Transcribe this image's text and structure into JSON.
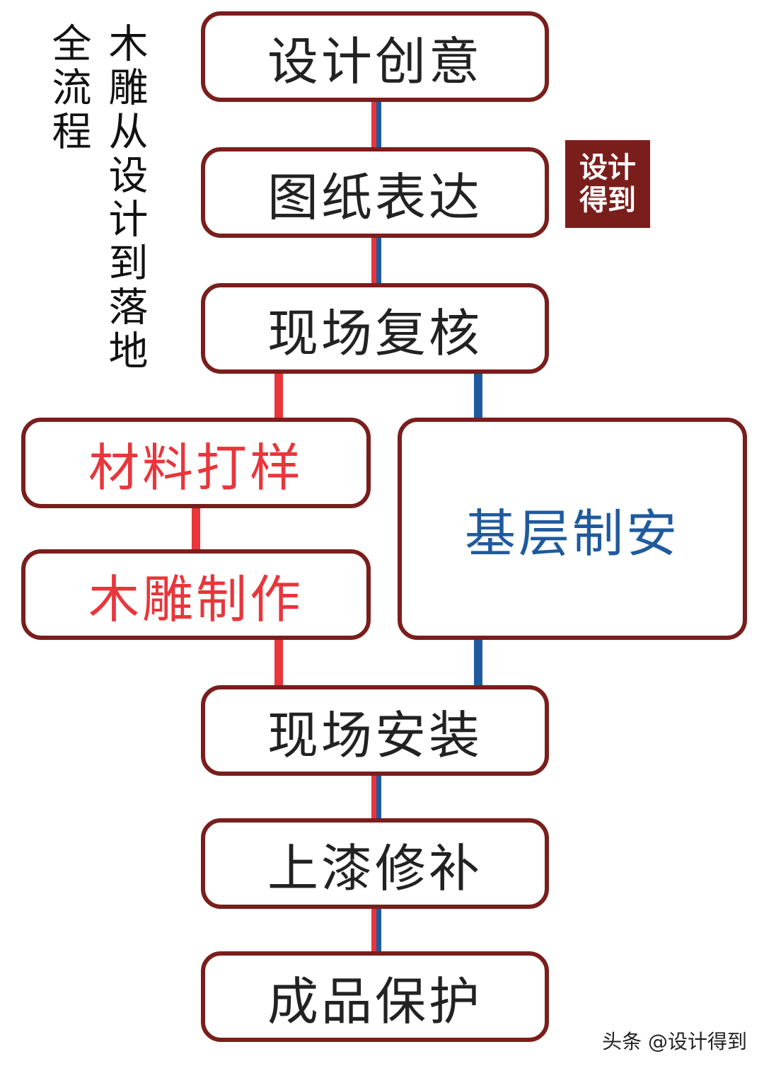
{
  "title_left": "全流程",
  "title_right": "木雕从设计到落地",
  "badge": "设计得到",
  "watermark": "头条 @设计得到",
  "steps": {
    "s1": "设计创意",
    "s2": "图纸表达",
    "s3": "现场复核",
    "s4a": "材料打样",
    "s4b": "木雕制作",
    "s5": "基层制安",
    "s6": "现场安装",
    "s7": "上漆修补",
    "s8": "成品保护"
  },
  "colors": {
    "border": "#7a1e1c",
    "red_branch": "#e8363b",
    "blue_branch": "#1f5a9e",
    "badge_bg": "#7a1e1c"
  }
}
